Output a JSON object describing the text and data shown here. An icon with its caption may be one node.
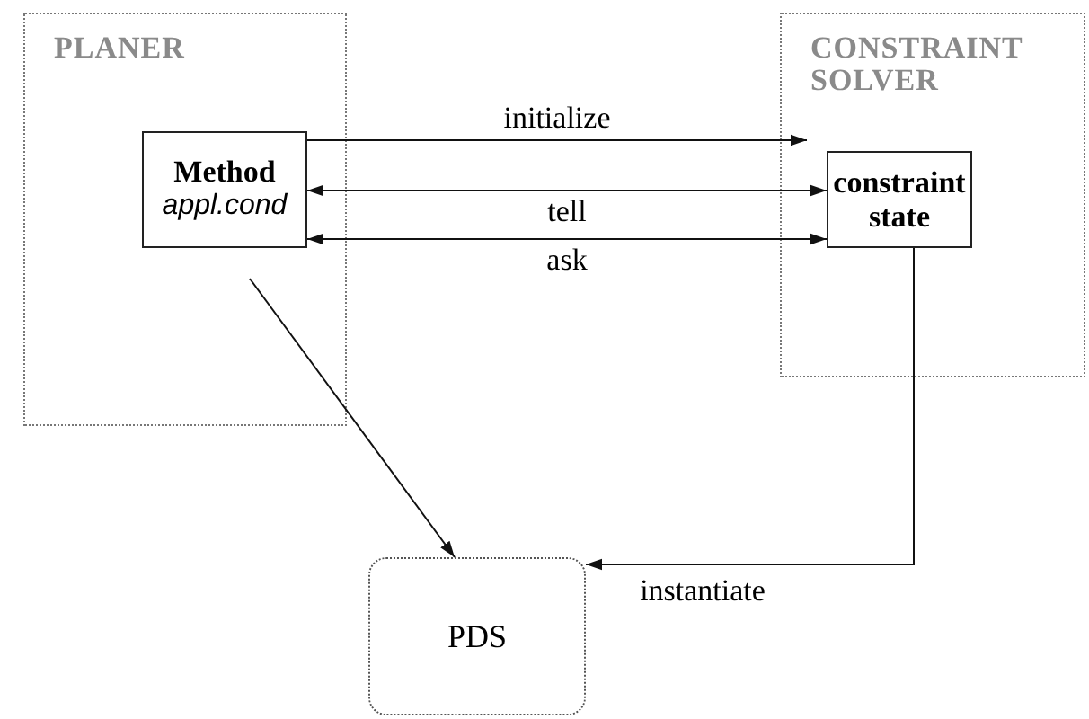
{
  "diagram": {
    "nodes": [
      {
        "text": [
          "PLANER"
        ]
      },
      {
        "text": [
          "Method",
          "appl.cond"
        ],
        "in": 0
      },
      {
        "text": [
          "CONSTRAINT SOLVER"
        ]
      },
      {
        "text": [
          "constraint state"
        ],
        "in": 2
      },
      {
        "text": [
          "PDS"
        ]
      }
    ],
    "edges": [
      {
        "from": 1,
        "to": 2,
        "arrow": "to",
        "label": "initialize"
      },
      {
        "from": 1,
        "to": 3,
        "arrow": "both",
        "label": "tell"
      },
      {
        "from": 1,
        "to": 3,
        "arrow": "both",
        "label": "ask"
      },
      {
        "from": 1,
        "to": 4,
        "arrow": "to"
      },
      {
        "from": 3,
        "to": 4,
        "arrow": "to",
        "label": "instantiate"
      }
    ]
  }
}
